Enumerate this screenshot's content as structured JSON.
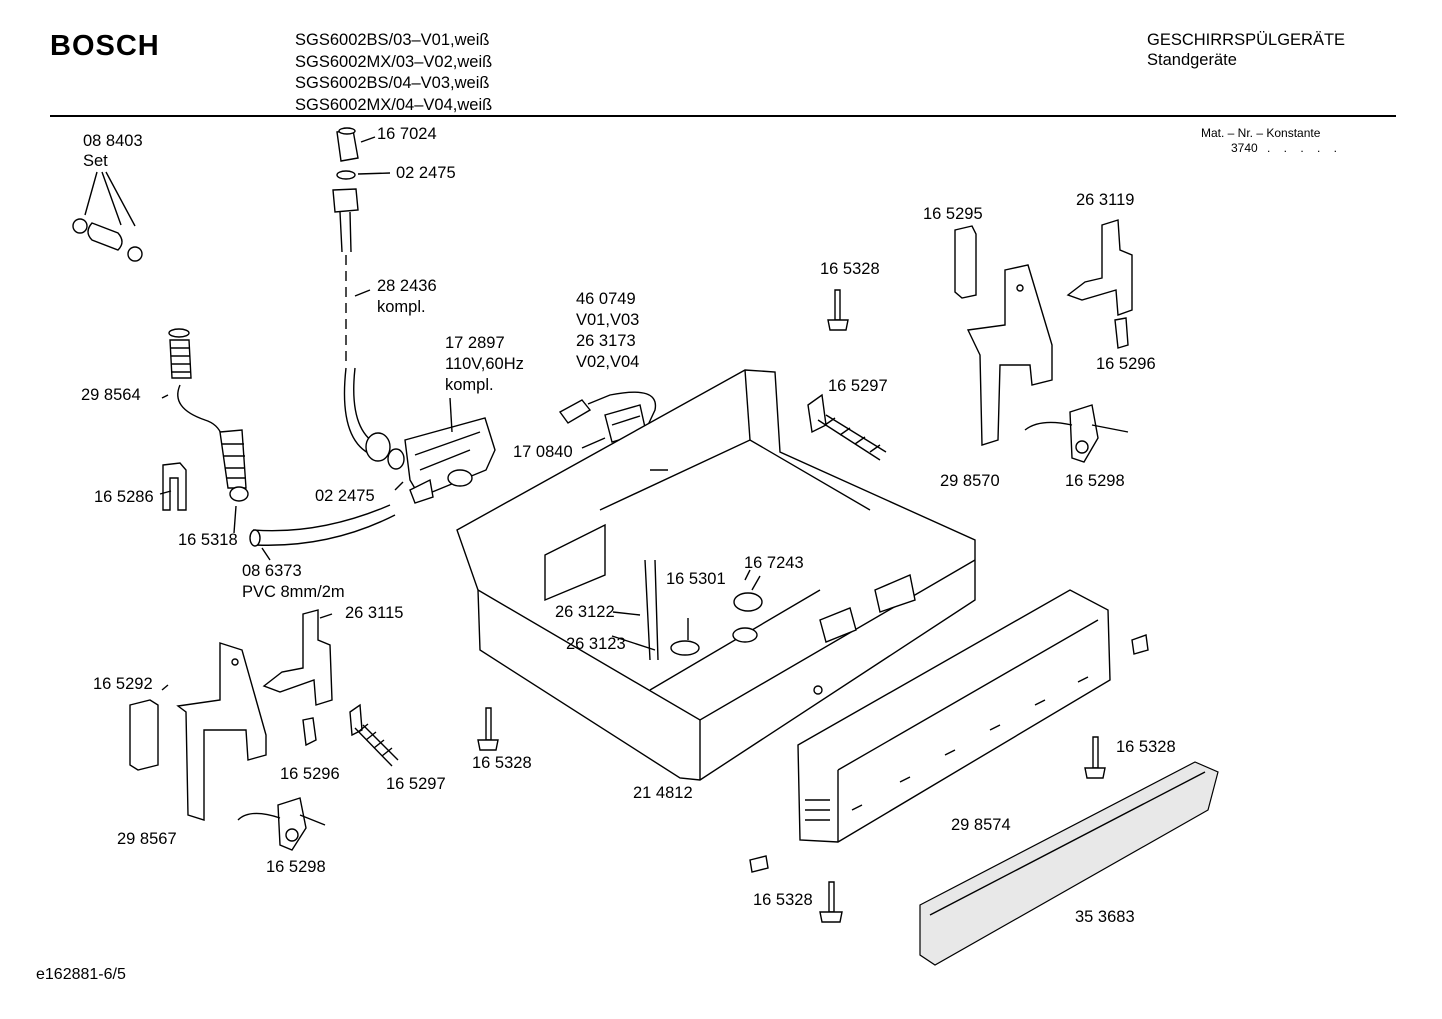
{
  "header": {
    "brand": "BOSCH",
    "models": [
      "SGS6002BS/03–V01,weiß",
      "SGS6002MX/03–V02,weiß",
      "SGS6002BS/04–V03,weiß",
      "SGS6002MX/04–V04,weiß"
    ],
    "category": "GESCHIRRSPÜLGERÄTE",
    "subcategory": "Standgeräte"
  },
  "material": {
    "label": "Mat. – Nr. – Konstante",
    "value": "3740",
    "dots": ". . . . ."
  },
  "parts": {
    "p088403": "08 8403",
    "set": "Set",
    "p167024": "16 7024",
    "p022475a": "02 2475",
    "p282436": "28 2436",
    "kompl_a": "kompl.",
    "p172897": "17 2897",
    "volt": "110V,60Hz",
    "kompl_b": "kompl.",
    "p460749": "46 0749",
    "v0103": "V01,V03",
    "p263173": "26 3173",
    "v0204": "V02,V04",
    "p170840": "17 0840",
    "p298564": "29 8564",
    "p165286": "16 5286",
    "p165318": "16 5318",
    "p022475b": "02 2475",
    "p086373": "08 6373",
    "pvc": "PVC 8mm/2m",
    "p263115": "26 3115",
    "p165292": "16 5292",
    "p165296a": "16 5296",
    "p165297a": "16 5297",
    "p298567": "29 8567",
    "p165298a": "16 5298",
    "p165328a": "16 5328",
    "p214812": "21 4812",
    "p263122": "26 3122",
    "p263123": "26 3123",
    "p165301": "16 5301",
    "p167243": "16 7243",
    "p165328b": "16 5328",
    "p165297b": "16 5297",
    "p165295": "16 5295",
    "p263119": "26 3119",
    "p165296b": "16 5296",
    "p298570": "29 8570",
    "p165298b": "16 5298",
    "p165328c": "16 5328",
    "p298574": "29 8574",
    "p165328d": "16 5328",
    "p353683": "35 3683"
  },
  "footer": {
    "code": "e162881-6/5"
  }
}
